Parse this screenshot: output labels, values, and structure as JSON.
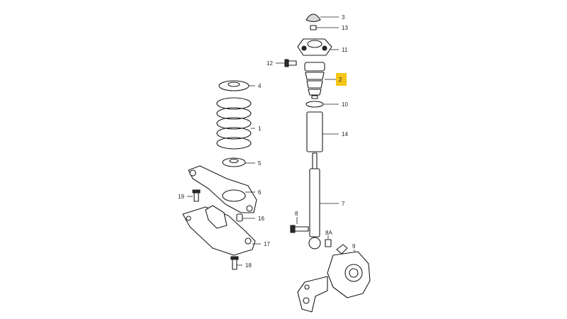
{
  "diagram": {
    "callouts": [
      {
        "id": "c3",
        "label": "3"
      },
      {
        "id": "c13",
        "label": "13"
      },
      {
        "id": "c11",
        "label": "11"
      },
      {
        "id": "c12",
        "label": "12"
      },
      {
        "id": "c2",
        "label": "2"
      },
      {
        "id": "c10",
        "label": "10"
      },
      {
        "id": "c14",
        "label": "14"
      },
      {
        "id": "c7",
        "label": "7"
      },
      {
        "id": "c8",
        "label": "8"
      },
      {
        "id": "c8a",
        "label": "8A"
      },
      {
        "id": "c9",
        "label": "9"
      },
      {
        "id": "c4",
        "label": "4"
      },
      {
        "id": "c1",
        "label": "1"
      },
      {
        "id": "c5",
        "label": "5"
      },
      {
        "id": "c6",
        "label": "6"
      },
      {
        "id": "c19",
        "label": "19"
      },
      {
        "id": "c16",
        "label": "16"
      },
      {
        "id": "c17",
        "label": "17"
      },
      {
        "id": "c18",
        "label": "18"
      }
    ],
    "highlight_label": "2",
    "highlight_color": "#f5c518"
  }
}
